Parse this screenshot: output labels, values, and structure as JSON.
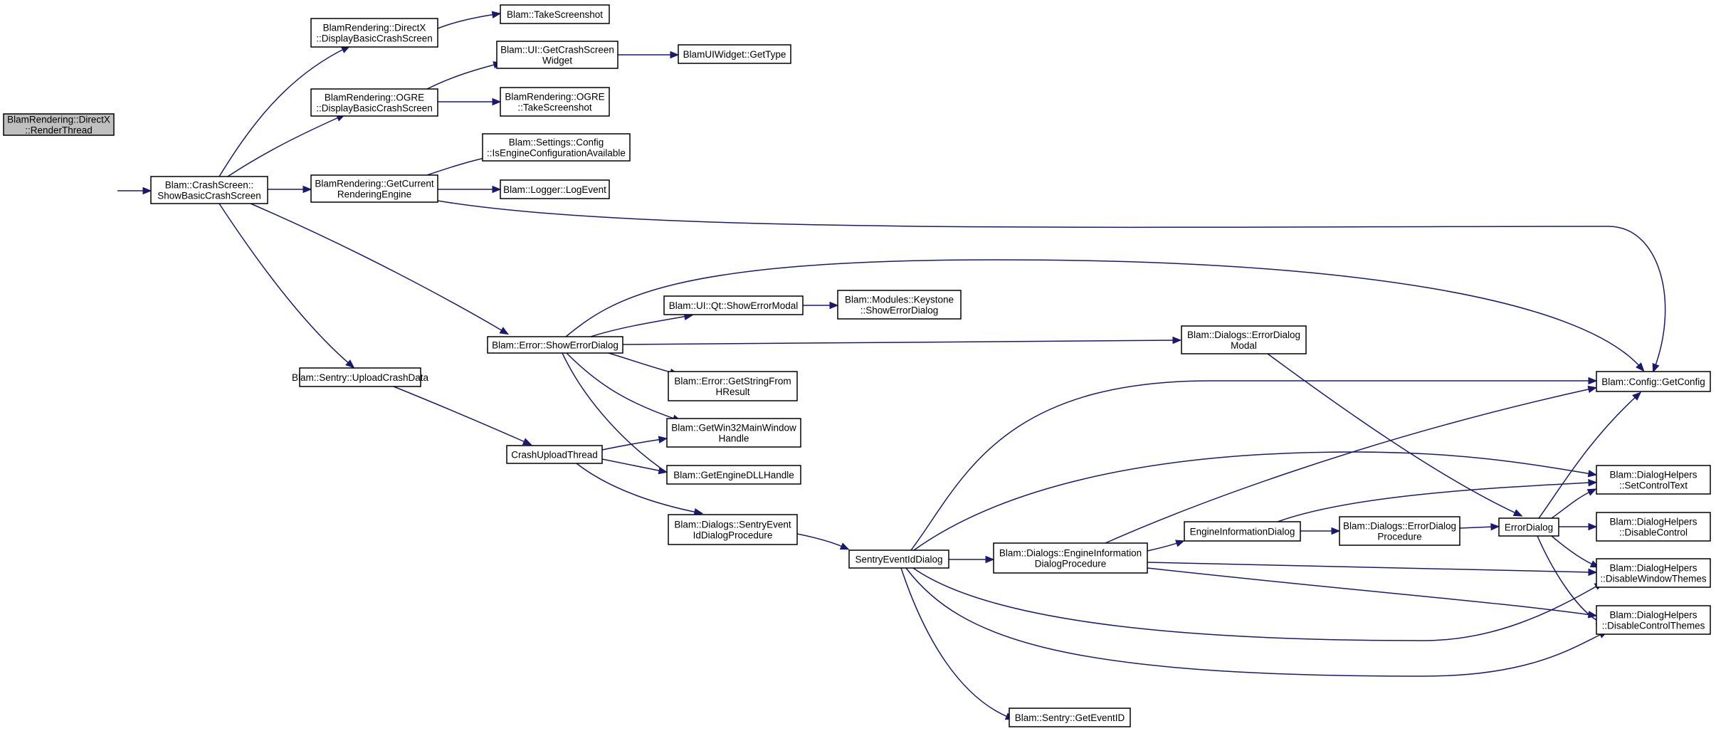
{
  "nodes": [
    {
      "id": "n0",
      "lines": [
        "BlamRendering::DirectX",
        "::RenderThread"
      ],
      "root": true
    },
    {
      "id": "n1",
      "lines": [
        "Blam::CrashScreen::",
        "ShowBasicCrashScreen"
      ]
    },
    {
      "id": "n2",
      "lines": [
        "BlamRendering::DirectX",
        "::DisplayBasicCrashScreen"
      ]
    },
    {
      "id": "n3",
      "lines": [
        "BlamRendering::OGRE",
        "::DisplayBasicCrashScreen"
      ]
    },
    {
      "id": "n4",
      "lines": [
        "BlamRendering::GetCurrent",
        "RenderingEngine"
      ]
    },
    {
      "id": "n5",
      "lines": [
        "Blam::Error::ShowErrorDialog"
      ]
    },
    {
      "id": "n6",
      "lines": [
        "Blam::Sentry::UploadCrashData"
      ]
    },
    {
      "id": "n7",
      "lines": [
        "Blam::TakeScreenshot"
      ]
    },
    {
      "id": "n8",
      "lines": [
        "Blam::UI::GetCrashScreen",
        "Widget"
      ]
    },
    {
      "id": "n9",
      "lines": [
        "BlamRendering::OGRE",
        "::TakeScreenshot"
      ]
    },
    {
      "id": "n10",
      "lines": [
        "BlamUIWidget::GetType"
      ]
    },
    {
      "id": "n11",
      "lines": [
        "Blam::Settings::Config",
        "::IsEngineConfigurationAvailable"
      ]
    },
    {
      "id": "n12",
      "lines": [
        "Blam::Logger::LogEvent"
      ]
    },
    {
      "id": "n13",
      "lines": [
        "Blam::Config::GetConfig"
      ]
    },
    {
      "id": "n14",
      "lines": [
        "Blam::UI::Qt::ShowErrorModal"
      ]
    },
    {
      "id": "n15",
      "lines": [
        "Blam::Modules::Keystone",
        "::ShowErrorDialog"
      ]
    },
    {
      "id": "n16",
      "lines": [
        "Blam::Dialogs::ErrorDialog",
        "Modal"
      ]
    },
    {
      "id": "n17",
      "lines": [
        "Blam::Error::GetStringFrom",
        "HResult"
      ]
    },
    {
      "id": "n18",
      "lines": [
        "Blam::GetWin32MainWindow",
        "Handle"
      ]
    },
    {
      "id": "n19",
      "lines": [
        "Blam::GetEngineDLLHandle"
      ]
    },
    {
      "id": "n20",
      "lines": [
        "CrashUploadThread"
      ]
    },
    {
      "id": "n21",
      "lines": [
        "Blam::Dialogs::SentryEvent",
        "IdDialogProcedure"
      ]
    },
    {
      "id": "n22",
      "lines": [
        "SentryEventIdDialog"
      ]
    },
    {
      "id": "n23",
      "lines": [
        "Blam::Dialogs::EngineInformation",
        "DialogProcedure"
      ]
    },
    {
      "id": "n24",
      "lines": [
        "EngineInformationDialog"
      ]
    },
    {
      "id": "n25",
      "lines": [
        "Blam::Dialogs::ErrorDialog",
        "Procedure"
      ]
    },
    {
      "id": "n26",
      "lines": [
        "ErrorDialog"
      ]
    },
    {
      "id": "n27",
      "lines": [
        "Blam::DialogHelpers",
        "::SetControlText"
      ]
    },
    {
      "id": "n28",
      "lines": [
        "Blam::DialogHelpers",
        "::DisableControl"
      ]
    },
    {
      "id": "n29",
      "lines": [
        "Blam::DialogHelpers",
        "::DisableWindowThemes"
      ]
    },
    {
      "id": "n30",
      "lines": [
        "Blam::DialogHelpers",
        "::DisableControlThemes"
      ]
    },
    {
      "id": "n31",
      "lines": [
        "Blam::Sentry::GetEventID"
      ]
    }
  ],
  "edges": [
    [
      "n0",
      "n1"
    ],
    [
      "n1",
      "n2"
    ],
    [
      "n1",
      "n3"
    ],
    [
      "n1",
      "n4"
    ],
    [
      "n1",
      "n5"
    ],
    [
      "n1",
      "n6"
    ],
    [
      "n2",
      "n7"
    ],
    [
      "n3",
      "n8"
    ],
    [
      "n3",
      "n9"
    ],
    [
      "n8",
      "n10"
    ],
    [
      "n4",
      "n11"
    ],
    [
      "n4",
      "n12"
    ],
    [
      "n4",
      "n13"
    ],
    [
      "n5",
      "n13"
    ],
    [
      "n5",
      "n14"
    ],
    [
      "n5",
      "n16"
    ],
    [
      "n5",
      "n17"
    ],
    [
      "n5",
      "n18"
    ],
    [
      "n5",
      "n19"
    ],
    [
      "n14",
      "n15"
    ],
    [
      "n16",
      "n26"
    ],
    [
      "n6",
      "n20"
    ],
    [
      "n20",
      "n18"
    ],
    [
      "n20",
      "n19"
    ],
    [
      "n20",
      "n21"
    ],
    [
      "n21",
      "n22"
    ],
    [
      "n22",
      "n13"
    ],
    [
      "n22",
      "n27"
    ],
    [
      "n22",
      "n23"
    ],
    [
      "n22",
      "n29"
    ],
    [
      "n22",
      "n30"
    ],
    [
      "n22",
      "n31"
    ],
    [
      "n23",
      "n13"
    ],
    [
      "n23",
      "n24"
    ],
    [
      "n23",
      "n29"
    ],
    [
      "n23",
      "n30"
    ],
    [
      "n24",
      "n27"
    ],
    [
      "n24",
      "n25"
    ],
    [
      "n25",
      "n26"
    ],
    [
      "n26",
      "n13"
    ],
    [
      "n26",
      "n27"
    ],
    [
      "n26",
      "n28"
    ],
    [
      "n26",
      "n29"
    ],
    [
      "n26",
      "n30"
    ]
  ]
}
